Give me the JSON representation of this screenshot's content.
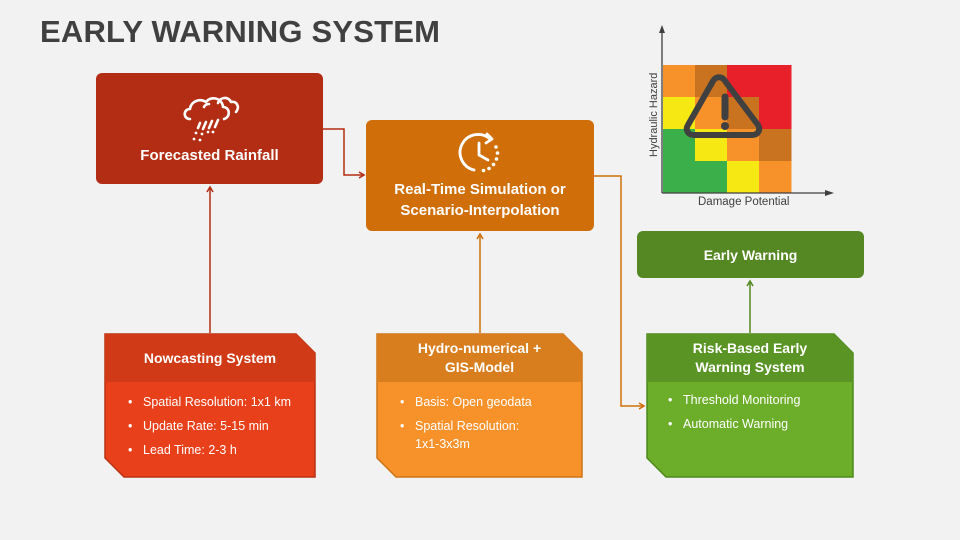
{
  "title": "EARLY WARNING SYSTEM",
  "nodes": {
    "forecasted_rainfall": {
      "label": "Forecasted Rainfall",
      "icon": "rain-cloud-icon",
      "color": "#b22d13"
    },
    "simulation": {
      "label_line1": "Real-Time Simulation or",
      "label_line2": "Scenario-Interpolation",
      "icon": "clock-refresh-icon",
      "color": "#d06f09"
    },
    "early_warning": {
      "label": "Early Warning",
      "color": "#558823"
    }
  },
  "cards": {
    "nowcasting": {
      "title": "Nowcasting System",
      "header_color": "#d13a16",
      "body_color": "#e8401a",
      "items": [
        "Spatial Resolution: 1x1 km",
        "Update Rate: 5-15 min",
        "Lead Time: 2-3 h"
      ]
    },
    "hydro": {
      "title_line1": "Hydro-numerical +",
      "title_line2": "GIS-Model",
      "header_color": "#d97e1f",
      "body_color": "#f7922b",
      "items": [
        "Basis: Open geodata",
        "Spatial Resolution:",
        "1x1-3x3m"
      ]
    },
    "risk": {
      "title_line1": "Risk-Based Early",
      "title_line2": "Warning System",
      "header_color": "#5a9424",
      "body_color": "#6cad2a",
      "items": [
        "Threshold Monitoring",
        "Automatic Warning"
      ]
    }
  },
  "risk_matrix": {
    "x_label": "Damage Potential",
    "y_label": "Hydraulic Hazard",
    "icon": "warning-triangle-icon",
    "rows": [
      [
        "#f7922b",
        "#c97320",
        "#e8202a",
        "#e8202a"
      ],
      [
        "#f6e812",
        "#f7922b",
        "#c97320",
        "#e8202a"
      ],
      [
        "#3bb04a",
        "#f6e812",
        "#f7922b",
        "#c97320"
      ],
      [
        "#3bb04a",
        "#3bb04a",
        "#f6e812",
        "#f7922b"
      ]
    ]
  },
  "colors": {
    "background": "#f2f2f2",
    "title": "#404040",
    "arrow_red": "#b22d13",
    "arrow_orange": "#d06f09",
    "arrow_green": "#558823"
  }
}
